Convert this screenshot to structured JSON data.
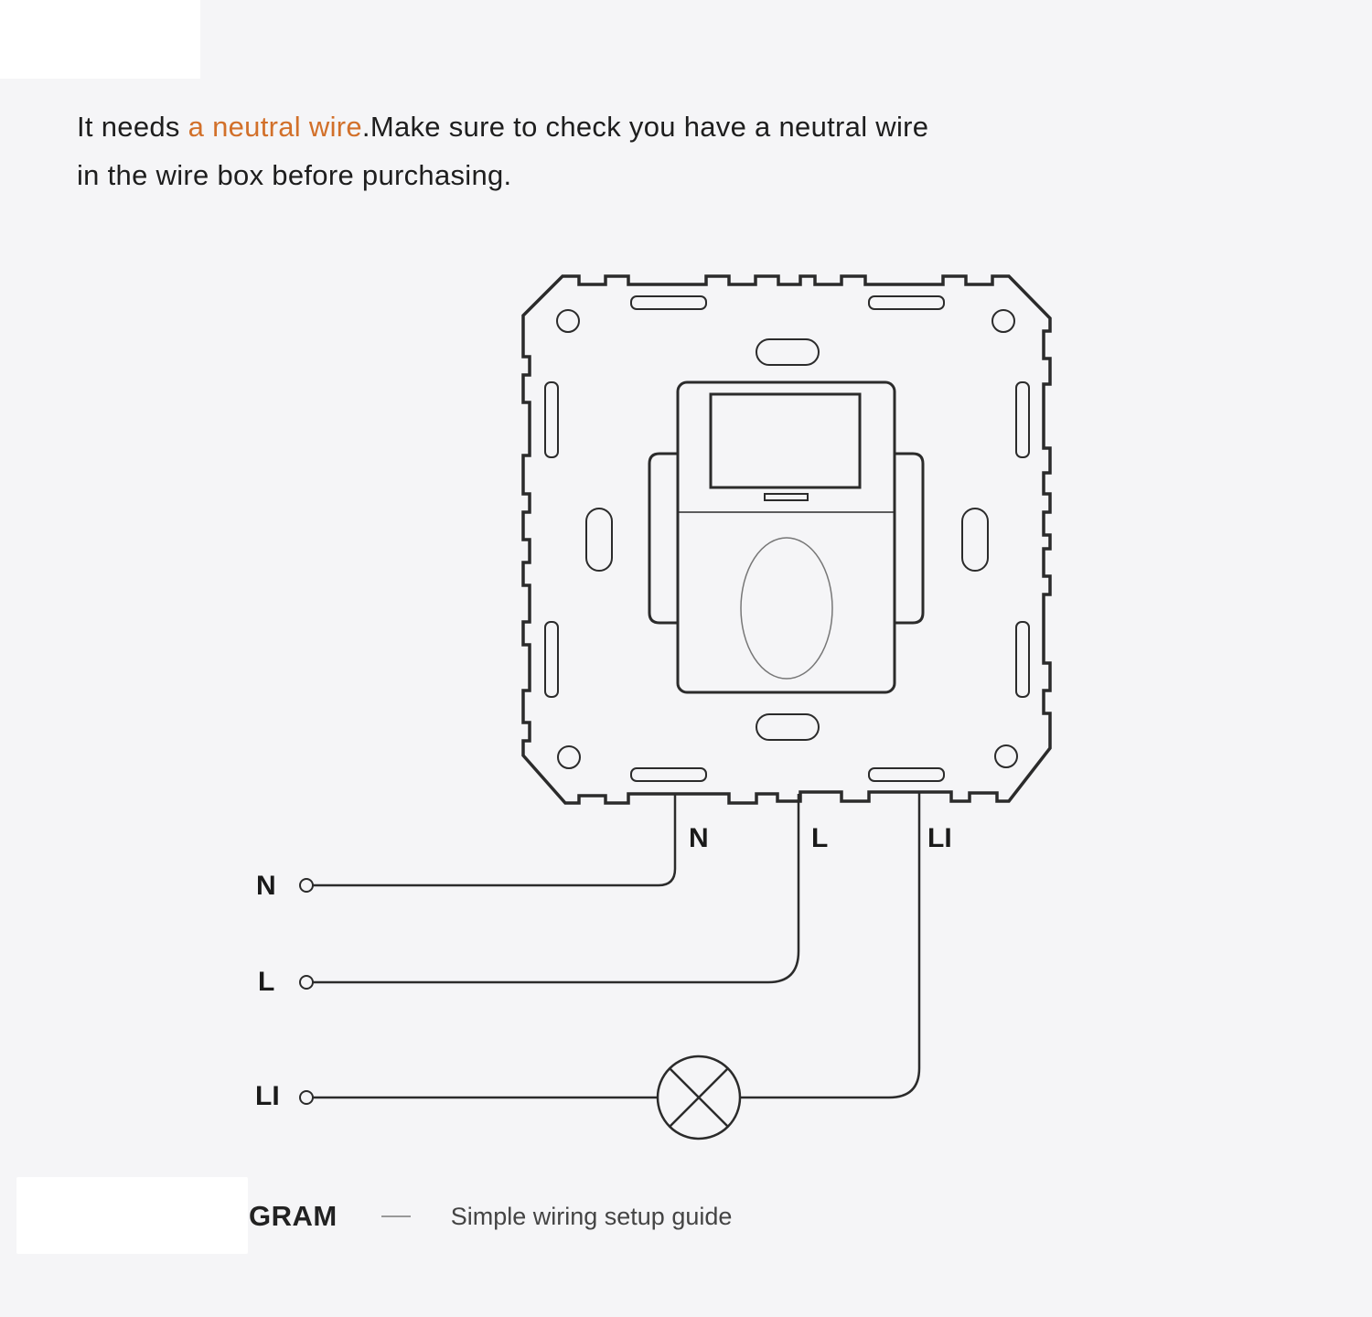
{
  "intro": {
    "prefix": "It needs ",
    "highlight": "a neutral wire",
    "suffix_line1": ".Make sure to check you have a neutral wire",
    "line2": "in the wire box before purchasing.",
    "highlight_color": "#d2702a"
  },
  "diagram": {
    "device_terminals": [
      "N",
      "L",
      "LI"
    ],
    "supply_terminals": [
      "N",
      "L",
      "LI"
    ],
    "load": "lamp-icon",
    "line_color": "#2b2b2b"
  },
  "footer": {
    "title": "GRAM",
    "dash": "—",
    "subtitle": "Simple wiring setup guide"
  }
}
